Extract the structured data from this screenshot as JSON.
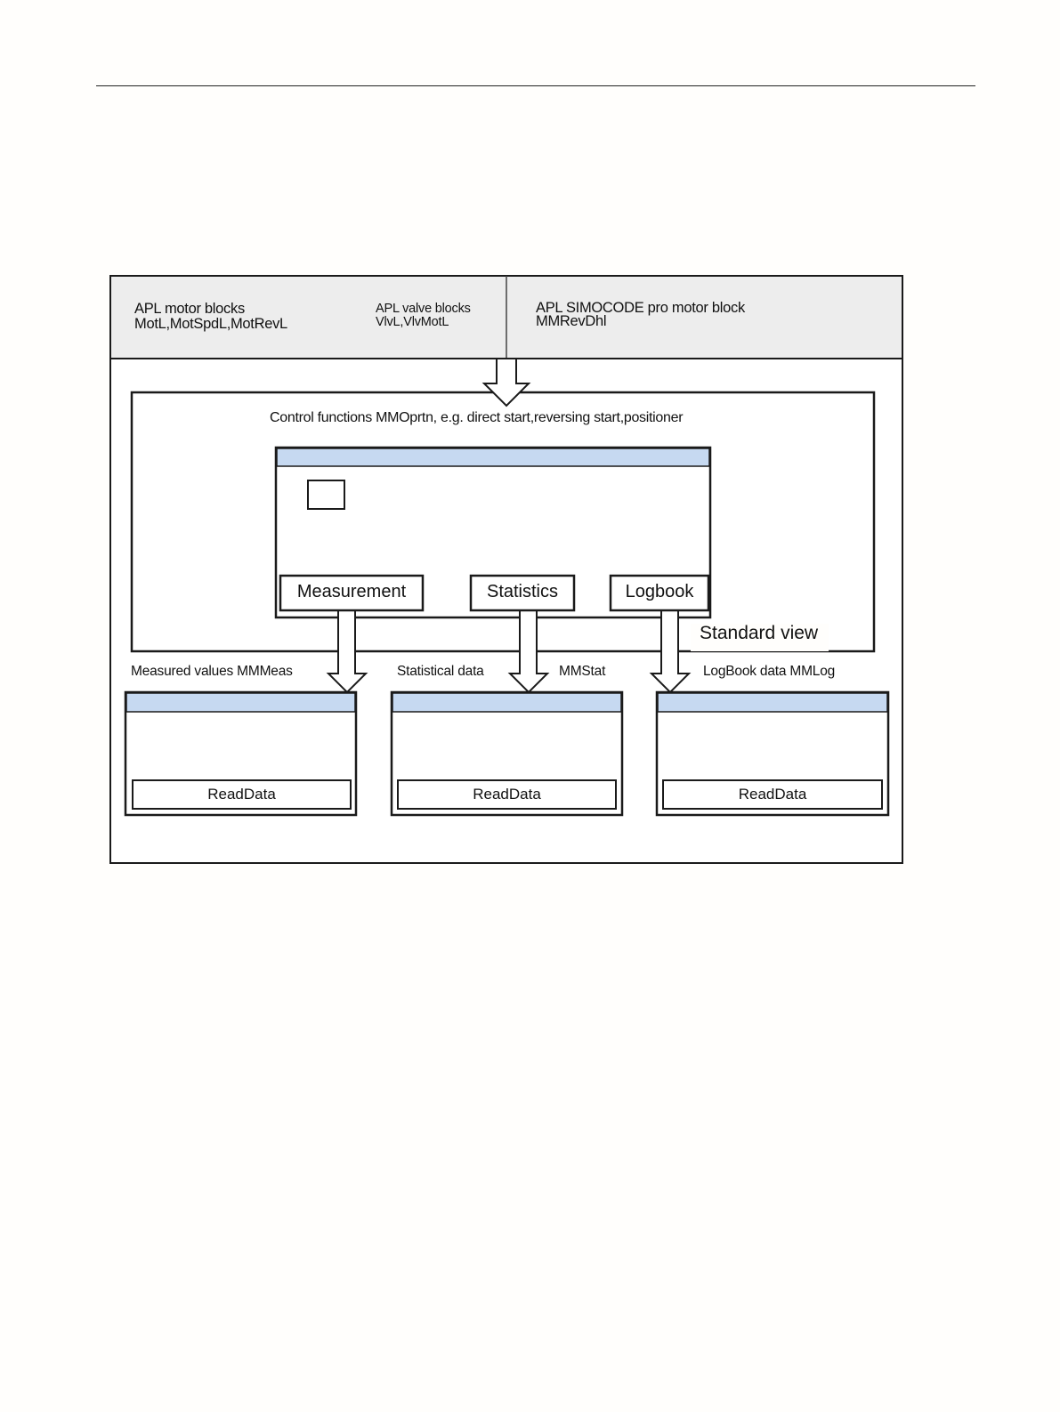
{
  "diagram": {
    "header": {
      "motor_line1": "APL motor blocks",
      "motor_line2": "MotL,MotSpdL,MotRevL",
      "valve_line1": "APL valve blocks",
      "valve_line2": "VlvL,VlvMotL",
      "simocode_line1": "APL SIMOCODE pro motor block",
      "simocode_line2": "MMRevDhl"
    },
    "control_functions": "Control functions MMOprtn, e.g. direct start,reversing start,positioner",
    "buttons": {
      "measurement": "Measurement",
      "statistics": "Statistics",
      "logbook": "Logbook"
    },
    "standard_view": "Standard view",
    "outputs": {
      "measured": "Measured values MMMeas",
      "statistical": "Statistical data",
      "statistical_block": "MMStat",
      "logbook": "LogBook data MMLog"
    },
    "read_data": [
      "ReadData",
      "ReadData",
      "ReadData"
    ],
    "colors": {
      "titlebar": "#c6d9f1",
      "header_bg": "#ededed",
      "stroke": "#1a1a1a"
    }
  }
}
